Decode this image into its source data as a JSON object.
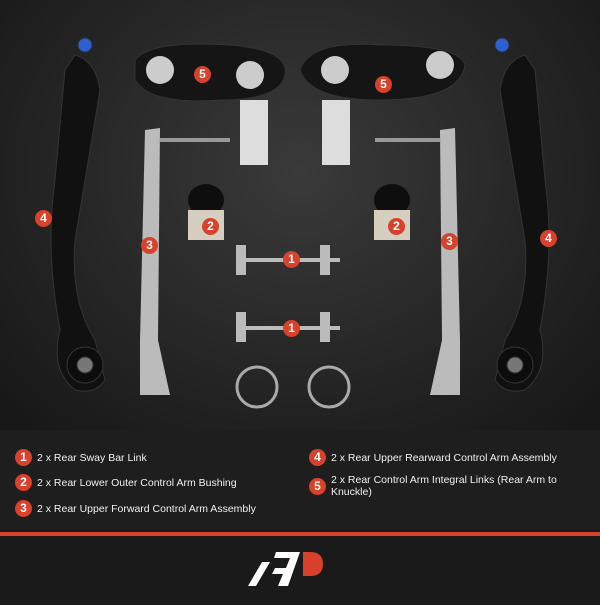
{
  "badges": {
    "b1": "1",
    "b2": "2",
    "b3": "3",
    "b4": "4",
    "b5": "5"
  },
  "legend": [
    {
      "num": "1",
      "text": "2 x Rear Sway Bar Link"
    },
    {
      "num": "2",
      "text": "2 x Rear Lower Outer Control Arm Bushing"
    },
    {
      "num": "3",
      "text": "2 x Rear Upper Forward Control Arm Assembly"
    },
    {
      "num": "4",
      "text": "2 x Rear Upper Rearward Control Arm Assembly"
    },
    {
      "num": "5",
      "text": "2 x Rear Control Arm Integral Links (Rear Arm to Knuckle)"
    }
  ],
  "colors": {
    "accent": "#d8412b",
    "background": "#1c1c1c"
  },
  "logo": "AP"
}
